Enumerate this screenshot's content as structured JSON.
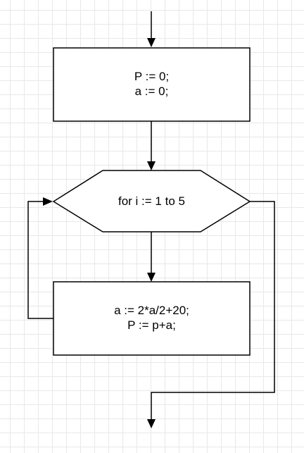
{
  "diagram": {
    "type": "flowchart",
    "nodes": {
      "init": {
        "shape": "rectangle",
        "lines": [
          "P := 0;",
          "a := 0;"
        ]
      },
      "loop": {
        "shape": "hexagon",
        "lines": [
          "for i := 1 to 5"
        ]
      },
      "body": {
        "shape": "rectangle",
        "lines": [
          "a := 2*a/2+20;",
          "P := p+a;"
        ]
      }
    },
    "edges": [
      {
        "from": "entry",
        "to": "init"
      },
      {
        "from": "init",
        "to": "loop"
      },
      {
        "from": "loop",
        "to": "body"
      },
      {
        "from": "body",
        "to": "loop"
      },
      {
        "from": "loop",
        "to": "exit"
      }
    ],
    "colors": {
      "stroke": "#000000",
      "fill": "#ffffff",
      "grid": "#e8e8e8"
    }
  }
}
